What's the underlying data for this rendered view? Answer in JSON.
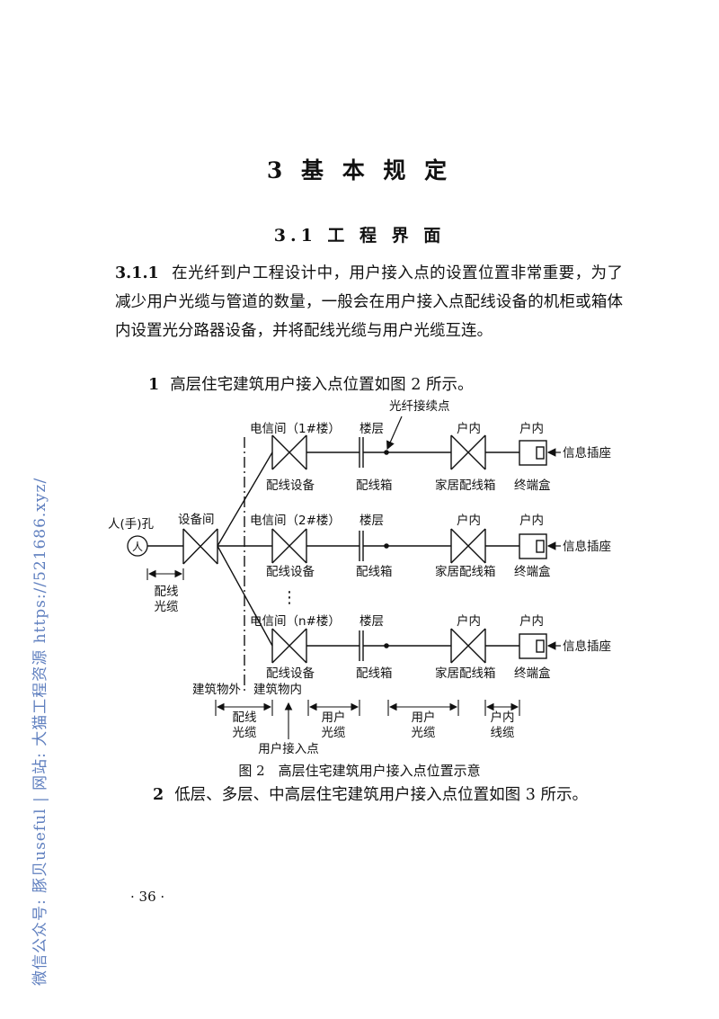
{
  "chapter": {
    "title": "3  基 本 规 定"
  },
  "section": {
    "title": "3.1  工 程 界 面"
  },
  "clause": {
    "number": "3.1.1",
    "text": "在光纤到户工程设计中，用户接入点的设置位置非常重要，为了减少用户光缆与管道的数量，一般会在用户接入点配线设备的机柜或箱体内设置光分路器设备，并将配线光缆与用户光缆互连。"
  },
  "items": [
    {
      "number": "1",
      "text": "高层住宅建筑用户接入点位置如图 2 所示。"
    },
    {
      "number": "2",
      "text": "低层、多层、中高层住宅建筑用户接入点位置如图 3 所示。"
    }
  ],
  "figure": {
    "caption": "图 2　高层住宅建筑用户接入点位置示意",
    "labels": {
      "splice_point": "光纤接续点",
      "manhole": "人(手)孔",
      "manhole_symbol": "人",
      "equipment_room": "设备间",
      "feeder_cable": [
        "配线",
        "光缆"
      ],
      "ellipsis": "⋮",
      "rows": [
        {
          "room": "电信间（1#楼）",
          "floor": "楼层",
          "home": "户内",
          "home2": "户内",
          "dist": "配线设备",
          "box": "配线箱",
          "home_box": "家居配线箱",
          "terminal": "终端盒",
          "outlet": "信息插座"
        },
        {
          "room": "电信间（2#楼）",
          "floor": "楼层",
          "home": "户内",
          "home2": "户内",
          "dist": "配线设备",
          "box": "配线箱",
          "home_box": "家居配线箱",
          "terminal": "终端盒",
          "outlet": "信息插座"
        },
        {
          "room": "电信间（n#楼）",
          "floor": "楼层",
          "home": "户内",
          "home2": "户内",
          "dist": "配线设备",
          "box": "配线箱",
          "home_box": "家居配线箱",
          "terminal": "终端盒",
          "outlet": "信息插座"
        }
      ],
      "outside_building": "建筑物外",
      "inside_building": "建筑物内",
      "bottom": {
        "feeder": [
          "配线",
          "光缆"
        ],
        "user_cable_1": [
          "用户",
          "光缆"
        ],
        "user_cable_2": [
          "用户",
          "光缆"
        ],
        "home_wiring": [
          "户内",
          "线缆"
        ],
        "access_point": "用户接入点"
      }
    }
  },
  "page_number": "· 36 ·",
  "watermark": "微信公众号: 豚贝useful | 网站: 大猫工程资源 https://521686.xyz/"
}
